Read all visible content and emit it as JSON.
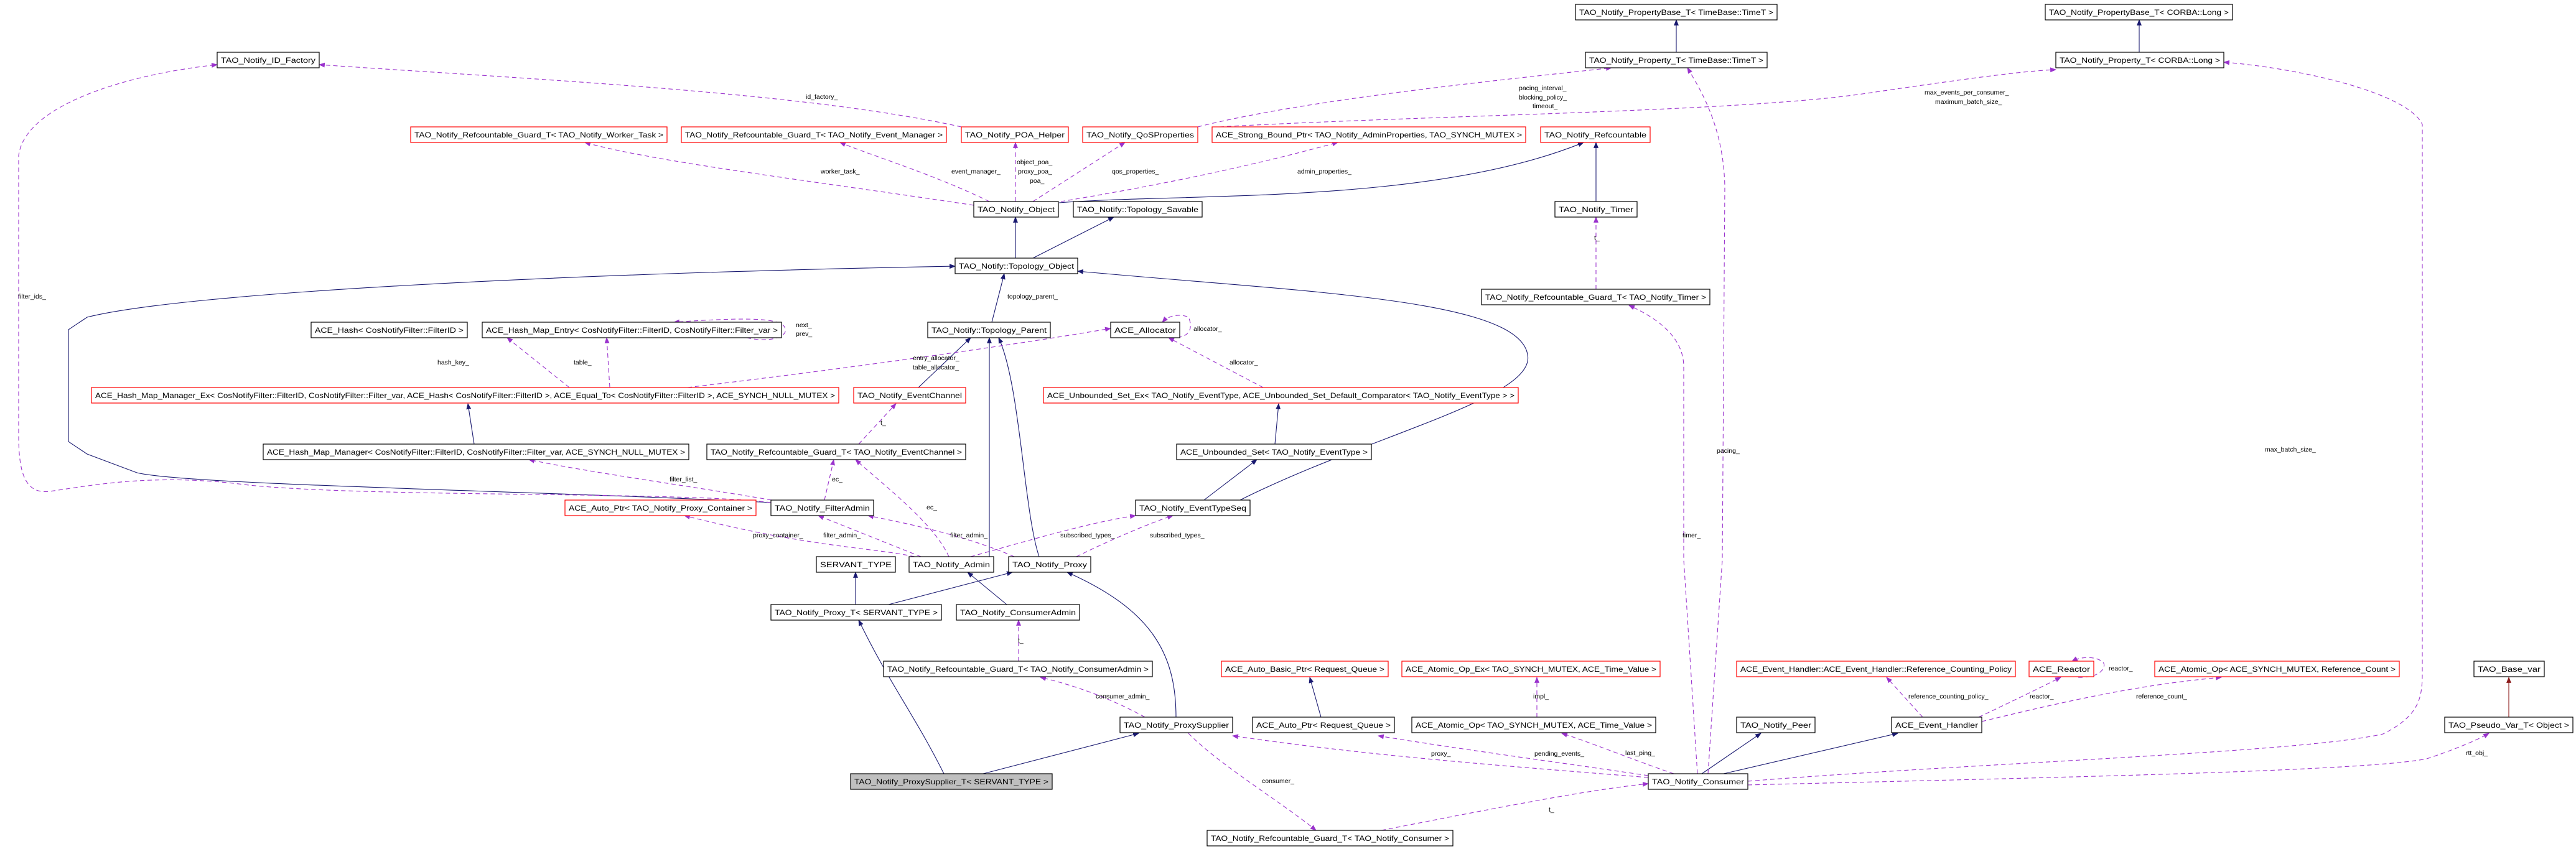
{
  "colors": {
    "inheritance": "#191970",
    "usage": "#9a32cd",
    "template_inheritance": "#8b1a1a",
    "truncated_border": "#ff0000",
    "focus_fill": "#bfbfbf"
  },
  "nodes": [
    {
      "label": "TAO_Notify_PropertyBase_T< TimeBase::TimeT >",
      "kind": "normal"
    },
    {
      "label": "TAO_Notify_PropertyBase_T< CORBA::Long >",
      "kind": "normal"
    },
    {
      "label": "TAO_Notify_ID_Factory",
      "kind": "normal"
    },
    {
      "label": "TAO_Notify_Property_T< TimeBase::TimeT >",
      "kind": "normal"
    },
    {
      "label": "TAO_Notify_Property_T< CORBA::Long >",
      "kind": "normal"
    },
    {
      "label": "TAO_Notify_Refcountable_Guard_T< TAO_Notify_Worker_Task >",
      "kind": "red"
    },
    {
      "label": "TAO_Notify_Refcountable_Guard_T< TAO_Notify_Event_Manager >",
      "kind": "red"
    },
    {
      "label": "TAO_Notify_POA_Helper",
      "kind": "red"
    },
    {
      "label": "TAO_Notify_QoSProperties",
      "kind": "red"
    },
    {
      "label": "ACE_Strong_Bound_Ptr< TAO_Notify_AdminProperties, TAO_SYNCH_MUTEX >",
      "kind": "red"
    },
    {
      "label": "TAO_Notify_Refcountable",
      "kind": "red"
    },
    {
      "label": "TAO_Notify_Object",
      "kind": "normal"
    },
    {
      "label": "TAO_Notify::Topology_Savable",
      "kind": "normal"
    },
    {
      "label": "TAO_Notify_Timer",
      "kind": "normal"
    },
    {
      "label": "TAO_Notify::Topology_Object",
      "kind": "normal"
    },
    {
      "label": "TAO_Notify_Refcountable_Guard_T< TAO_Notify_Timer >",
      "kind": "normal"
    },
    {
      "label": "ACE_Hash< CosNotifyFilter::FilterID >",
      "kind": "normal"
    },
    {
      "label": "ACE_Hash_Map_Entry< CosNotifyFilter::FilterID, CosNotifyFilter::Filter_var >",
      "kind": "normal"
    },
    {
      "label": "TAO_Notify::Topology_Parent",
      "kind": "normal"
    },
    {
      "label": "ACE_Allocator",
      "kind": "normal"
    },
    {
      "label": "ACE_Hash_Map_Manager_Ex< CosNotifyFilter::FilterID, CosNotifyFilter::Filter_var, ACE_Hash< CosNotifyFilter::FilterID >, ACE_Equal_To< CosNotifyFilter::FilterID >, ACE_SYNCH_NULL_MUTEX >",
      "kind": "red"
    },
    {
      "label": "TAO_Notify_EventChannel",
      "kind": "red"
    },
    {
      "label": "ACE_Unbounded_Set_Ex< TAO_Notify_EventType, ACE_Unbounded_Set_Default_Comparator< TAO_Notify_EventType > >",
      "kind": "red"
    },
    {
      "label": "ACE_Hash_Map_Manager< CosNotifyFilter::FilterID, CosNotifyFilter::Filter_var, ACE_SYNCH_NULL_MUTEX >",
      "kind": "normal"
    },
    {
      "label": "TAO_Notify_Refcountable_Guard_T< TAO_Notify_EventChannel >",
      "kind": "normal"
    },
    {
      "label": "ACE_Unbounded_Set< TAO_Notify_EventType >",
      "kind": "normal"
    },
    {
      "label": "ACE_Auto_Ptr< TAO_Notify_Proxy_Container >",
      "kind": "red"
    },
    {
      "label": "TAO_Notify_FilterAdmin",
      "kind": "normal"
    },
    {
      "label": "TAO_Notify_EventTypeSeq",
      "kind": "normal"
    },
    {
      "label": "SERVANT_TYPE",
      "kind": "normal"
    },
    {
      "label": "TAO_Notify_Admin",
      "kind": "normal"
    },
    {
      "label": "TAO_Notify_Proxy",
      "kind": "normal"
    },
    {
      "label": "TAO_Notify_Proxy_T< SERVANT_TYPE >",
      "kind": "normal"
    },
    {
      "label": "TAO_Notify_ConsumerAdmin",
      "kind": "normal"
    },
    {
      "label": "TAO_Notify_Refcountable_Guard_T< TAO_Notify_ConsumerAdmin >",
      "kind": "normal"
    },
    {
      "label": "ACE_Auto_Basic_Ptr< Request_Queue >",
      "kind": "red"
    },
    {
      "label": "ACE_Atomic_Op_Ex< TAO_SYNCH_MUTEX, ACE_Time_Value >",
      "kind": "red"
    },
    {
      "label": "ACE_Event_Handler::ACE_Event_Handler::Reference_Counting_Policy",
      "kind": "red"
    },
    {
      "label": "ACE_Reactor",
      "kind": "red"
    },
    {
      "label": "ACE_Atomic_Op< ACE_SYNCH_MUTEX, Reference_Count >",
      "kind": "red"
    },
    {
      "label": "TAO_Base_var",
      "kind": "normal"
    },
    {
      "label": "TAO_Notify_ProxySupplier",
      "kind": "normal"
    },
    {
      "label": "ACE_Auto_Ptr< Request_Queue >",
      "kind": "normal"
    },
    {
      "label": "ACE_Atomic_Op< TAO_SYNCH_MUTEX, ACE_Time_Value >",
      "kind": "normal"
    },
    {
      "label": "TAO_Notify_Peer",
      "kind": "normal"
    },
    {
      "label": "ACE_Event_Handler",
      "kind": "normal"
    },
    {
      "label": "TAO_Pseudo_Var_T< Object >",
      "kind": "normal"
    },
    {
      "label": "TAO_Notify_ProxySupplier_T< SERVANT_TYPE >",
      "kind": "focus"
    },
    {
      "label": "TAO_Notify_Consumer",
      "kind": "normal"
    },
    {
      "label": "TAO_Notify_Refcountable_Guard_T< TAO_Notify_Consumer >",
      "kind": "normal"
    }
  ],
  "edge_labels": [
    "id_factory_",
    "worker_task_",
    "event_manager_",
    "object_poa_",
    "proxy_poa_",
    "poa_",
    "qos_properties_",
    "admin_properties_",
    "pacing_interval_",
    "blocking_policy_",
    "timeout_",
    "t_",
    "max_events_per_consumer_",
    "maximum_batch_size_",
    "filter_ids_",
    "next_",
    "prev_",
    "hash_key_",
    "table_",
    "topology_parent_",
    "allocator_",
    "entry_allocator_",
    "table_allocator_",
    "allocator_",
    "t_",
    "filter_list_",
    "ec_",
    "ec_",
    "proxy_container_",
    "filter_admin_",
    "filter_admin_",
    "subscribed_types_",
    "subscribed_types_",
    "timer_",
    "pacing_",
    "max_batch_size_",
    "t_",
    "consumer_admin_",
    "impl_",
    "proxy_",
    "pending_events_",
    "consumer_",
    "t_",
    "last_ping_",
    "reference_counting_policy_",
    "reactor_",
    "reactor_",
    "reference_count_",
    "rtt_obj_"
  ]
}
